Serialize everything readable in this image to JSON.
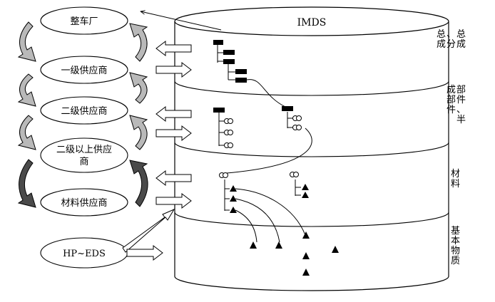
{
  "database": {
    "title": "IMDS",
    "layers": [
      {
        "id": "assembly",
        "label": "总成、分总成"
      },
      {
        "id": "component",
        "label": "部件、半成部件"
      },
      {
        "id": "material",
        "label": "材料"
      },
      {
        "id": "substance",
        "label": "基本物质"
      }
    ]
  },
  "suppliers": [
    {
      "id": "oem",
      "label": "整车厂"
    },
    {
      "id": "tier1",
      "label": "一级供应商"
    },
    {
      "id": "tier2",
      "label": "二级供应商"
    },
    {
      "id": "tier3",
      "label": "二级以上供应商"
    },
    {
      "id": "material",
      "label": "材料供应商"
    }
  ],
  "external": {
    "label": "HP~EDS"
  },
  "colors": {
    "stroke": "#000000",
    "light_arrow": "#b9b9b9",
    "dark_arrow": "#4a4a4a",
    "background": "#ffffff"
  },
  "icons": {
    "part_block": "filled-rectangle",
    "material": "double-circle",
    "substance": "filled-triangle"
  }
}
